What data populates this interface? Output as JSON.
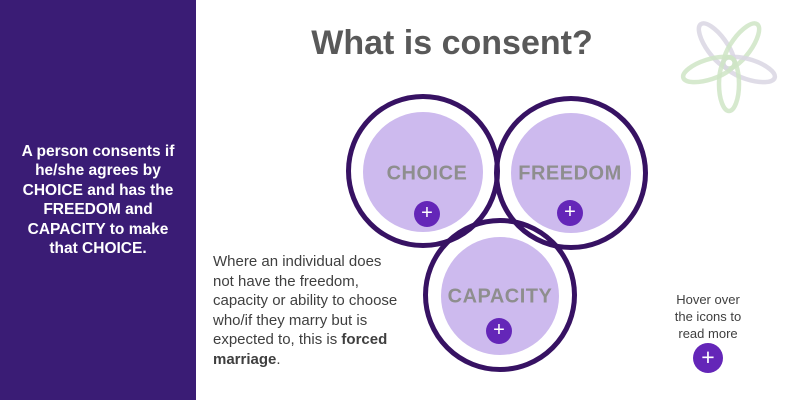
{
  "colors": {
    "panel_bg": "#3a1c75",
    "panel_text": "#ffffff",
    "title_text": "#595959",
    "ring": "#371263",
    "circle_fill": "#cdbaee",
    "circle_label": "#8e8e8e",
    "plus_bg": "#6426b8",
    "body_text": "#3f3f3f",
    "logo_green": "#cfe5c6",
    "logo_lavender": "#d9d6e3"
  },
  "header": {
    "title": "What is consent?"
  },
  "sidebar": {
    "text": "A person consents if he/she agrees by CHOICE and has the FREEDOM and CAPACITY to make that CHOICE."
  },
  "diagram": {
    "circles": [
      {
        "id": "choice",
        "label": "CHOICE",
        "plus_icon": "+"
      },
      {
        "id": "freedom",
        "label": "FREEDOM",
        "plus_icon": "+"
      },
      {
        "id": "capacity",
        "label": "CAPACITY",
        "plus_icon": "+"
      }
    ]
  },
  "description": {
    "text_before": "Where an individual does not have the freedom, capacity or ability to choose who/if they marry but is expected to, this is ",
    "bold_text": "forced marriage",
    "text_after": "."
  },
  "hover_hint": {
    "text": "Hover over the icons to read more",
    "plus_icon": "+"
  }
}
